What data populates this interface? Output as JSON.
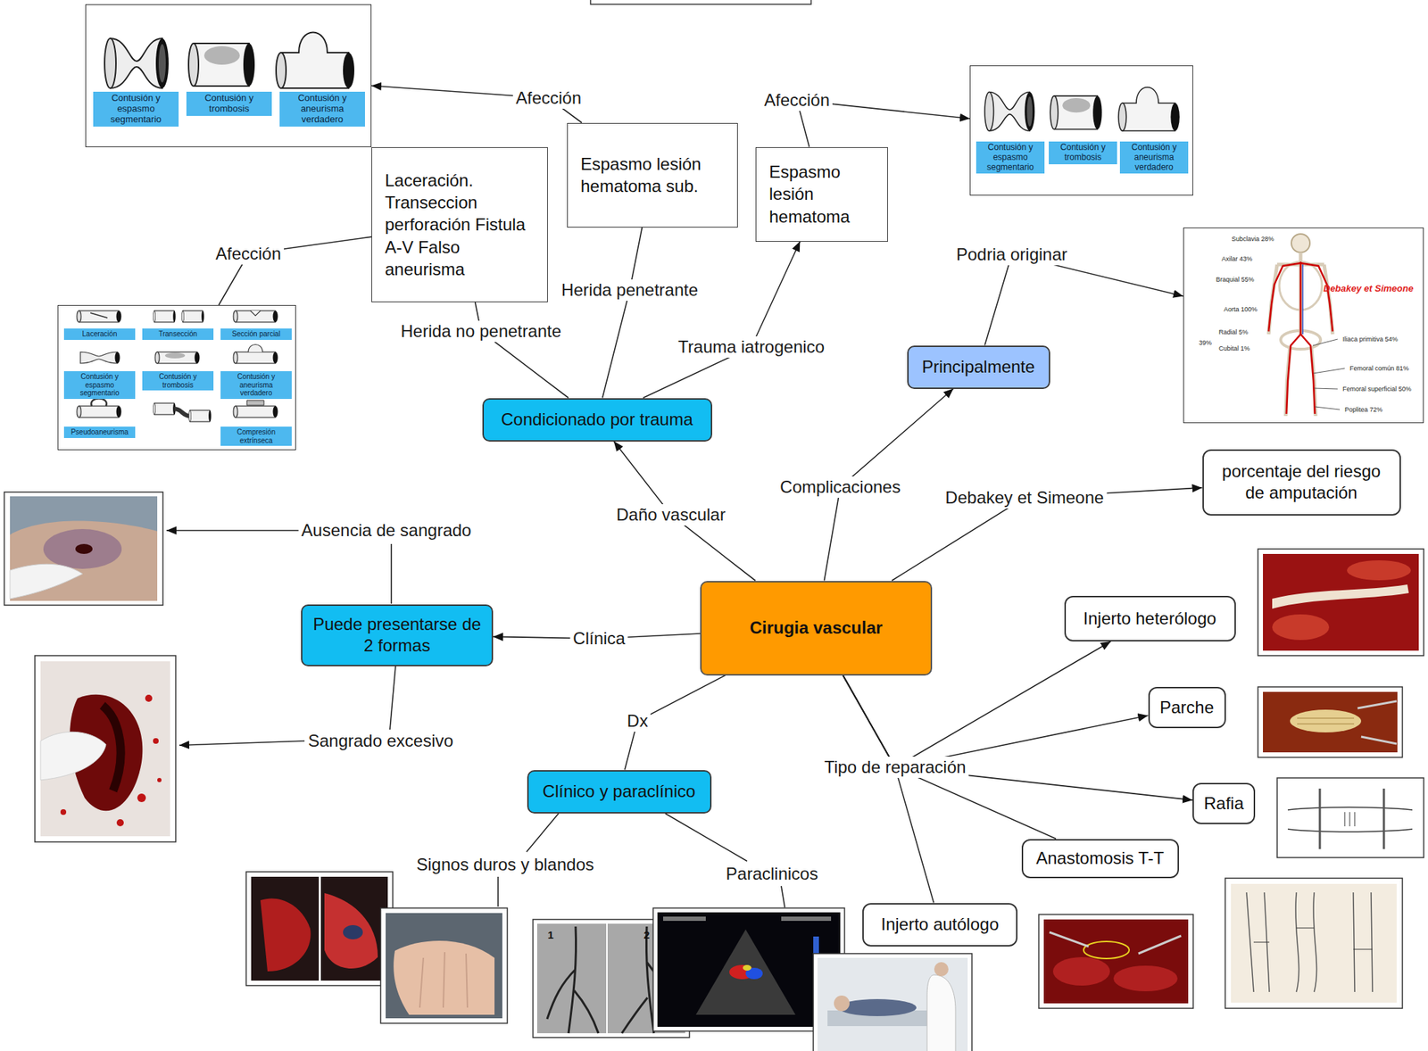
{
  "diagram": {
    "nodes": [
      {
        "text": [
          "Contusión y espasmo segmentario",
          "Contusión y trombosis",
          "Contusión y aneurisma verdadero"
        ]
      },
      {
        "text": [
          "Espasmo lesión hematoma sub."
        ]
      },
      {
        "text": [
          "Espasmo lesión hematoma"
        ]
      },
      {
        "text": [
          "Contusión y espasmo segmentario",
          "Contusión y trombosis",
          "Contusión y aneurisma verdadero"
        ]
      },
      {
        "text": [
          "Laceración. Transeccion perforación Fistula A-V Falso aneurisma"
        ]
      },
      {
        "text": [
          "Laceración",
          "Transección",
          "Sección parcial",
          "Contusión y espasmo segmentario",
          "Contusión y trombosis",
          "Contusión y aneurisma verdadero",
          "Pseudoaneurisma",
          "Compresión extrínseca"
        ]
      },
      {
        "text": [
          "Subclavia 28%",
          "Axilar 43%",
          "Braquial 55%",
          "Debakey et Simeone",
          "Aorta 100%",
          "Radial 5%",
          "Iliaca primitiva 54%",
          "39%",
          "Cubital 1%",
          "Femoral común 81%",
          "Femoral superficial 50%",
          "Poplitea 72%"
        ]
      },
      {
        "text": [
          "Principalmente"
        ]
      },
      {
        "text": [
          "Condicionado por trauma"
        ]
      },
      {
        "text": [
          "porcentaje del riesgo de amputación"
        ]
      },
      {
        "text": [
          "Cirugia vascular"
        ]
      },
      {
        "text": [
          "Puede presentarse de 2 formas"
        ]
      },
      {
        "text": [
          "Injerto heterólogo"
        ]
      },
      {
        "text": [
          "Parche"
        ]
      },
      {
        "text": [
          "Rafia"
        ]
      },
      {
        "text": [
          "Clínico y paraclínico"
        ]
      },
      {
        "text": [
          "Anastomosis T-T"
        ]
      },
      {
        "text": [
          "Injerto autólogo"
        ]
      }
    ],
    "edges": [
      {
        "from": 10,
        "to": 8,
        "label": "Daño vascular",
        "arrow": "to"
      },
      {
        "from": 8,
        "to": 4,
        "label": "Herida no penetrante",
        "arrow": "none"
      },
      {
        "from": 8,
        "to": 1,
        "label": "Herida penetrante",
        "arrow": "none"
      },
      {
        "from": 8,
        "to": 2,
        "label": "Trauma iatrogenico",
        "arrow": "to"
      },
      {
        "from": 1,
        "to": 0,
        "label": "Afección",
        "arrow": "to"
      },
      {
        "from": 2,
        "to": 3,
        "label": "Afección",
        "arrow": "to"
      },
      {
        "from": 4,
        "to": 5,
        "label": "Afección",
        "arrow": "none"
      },
      {
        "from": 10,
        "to": 7,
        "label": "Complicaciones",
        "arrow": "to"
      },
      {
        "from": 7,
        "to": 6,
        "label": "Podria originar",
        "arrow": "to"
      },
      {
        "from": 10,
        "to": 9,
        "label": "Debakey et Simeone",
        "arrow": "to"
      },
      {
        "from": 10,
        "to": 11,
        "label": "Clínica",
        "arrow": "to"
      },
      {
        "from": 10,
        "to": 15,
        "label": "Dx",
        "arrow": "none"
      },
      {
        "from": 10,
        "to": 12,
        "label": "Tipo de reparación",
        "arrow": "to"
      },
      {
        "from": 10,
        "to": 13,
        "arrow": "to"
      },
      {
        "from": 10,
        "to": 14,
        "arrow": "to"
      },
      {
        "from": 10,
        "to": 16,
        "arrow": "none"
      },
      {
        "from": 10,
        "to": 17,
        "arrow": "none"
      }
    ],
    "labels": [
      "Ausencia de sangrado",
      "Sangrado excesivo",
      "Signos duros y blandos",
      "Paraclinicos",
      "1",
      "2"
    ]
  }
}
